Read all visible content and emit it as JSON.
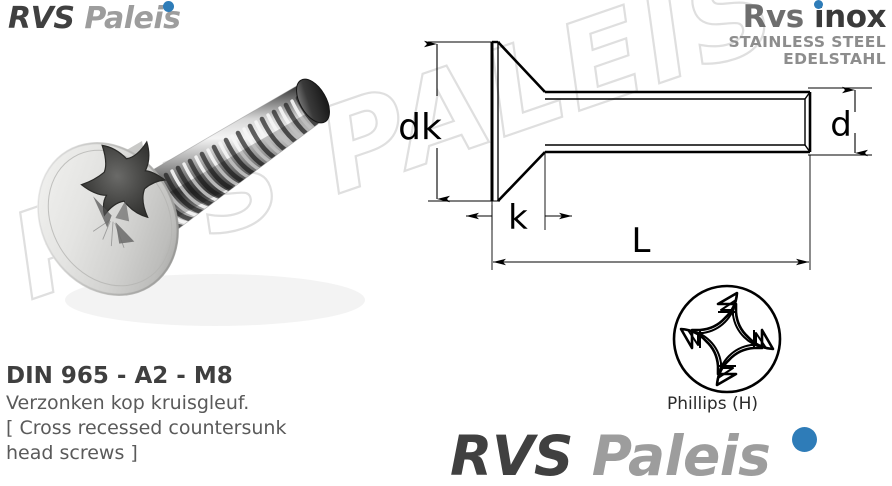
{
  "brand": {
    "top_logo": {
      "part1": "RVS",
      "part2": "Paleis",
      "dot": "blue-dot"
    },
    "bottom_logo": {
      "part1": "RVS",
      "part2": "Paleis",
      "dot": "blue-dot"
    },
    "accent_color": "#2e7cb8",
    "dark_gray": "#404040",
    "light_gray": "#9d9d9d"
  },
  "inox_badge": {
    "line1_part1": "Rvs",
    "line1_part2": "inox",
    "line2": "STAINLESS STEEL",
    "line3": "EDELSTAHL",
    "color": "#8d8d8d"
  },
  "caption": {
    "title": "DIN 965 - A2 - M8",
    "line1": "Verzonken kop kruisgleuf.",
    "line2": "[ Cross recessed countersunk",
    "line3": "   head screws   ]"
  },
  "drawing": {
    "dim_dk": "dk",
    "dim_k": "k",
    "dim_d": "d",
    "dim_L": "L",
    "line_color": "#000000"
  },
  "drive": {
    "label": "Phillips (H)",
    "icon": "phillips-cross-drive-icon"
  },
  "watermark": {
    "text": "RVS PALEIS",
    "color": "#dcdcdc"
  },
  "product_photo": {
    "alt": "stainless steel countersunk phillips head machine screw"
  }
}
